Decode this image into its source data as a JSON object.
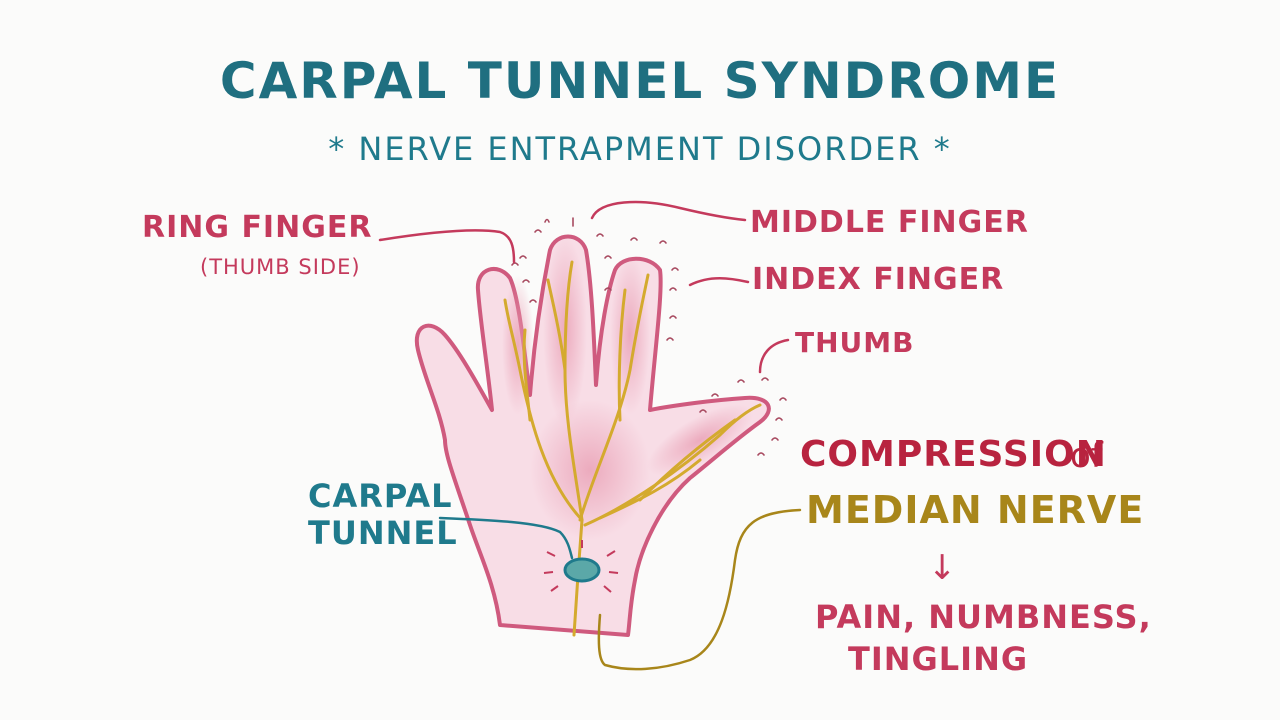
{
  "title": "Carpal Tunnel Syndrome",
  "subtitle": "* Nerve Entrapment Disorder *",
  "labels": {
    "ring_finger": "Ring Finger",
    "ring_finger_note": "(thumb side)",
    "middle_finger": "Middle Finger",
    "index_finger": "Index Finger",
    "thumb": "Thumb",
    "carpal_tunnel_line1": "Carpal",
    "carpal_tunnel_line2": "Tunnel",
    "compression": "Compression",
    "compression_of": "of",
    "median_nerve": "Median Nerve",
    "arrow": "↓",
    "symptoms_line1": "Pain, Numbness,",
    "symptoms_line2": "Tingling"
  },
  "colors": {
    "teal": "#1f6f80",
    "pink": "#c43a5c",
    "crimson": "#b8233f",
    "nerve_yellow": "#d4aa2e",
    "hand_fill": "#f8dde6",
    "hand_outline": "#cf5a7e"
  }
}
